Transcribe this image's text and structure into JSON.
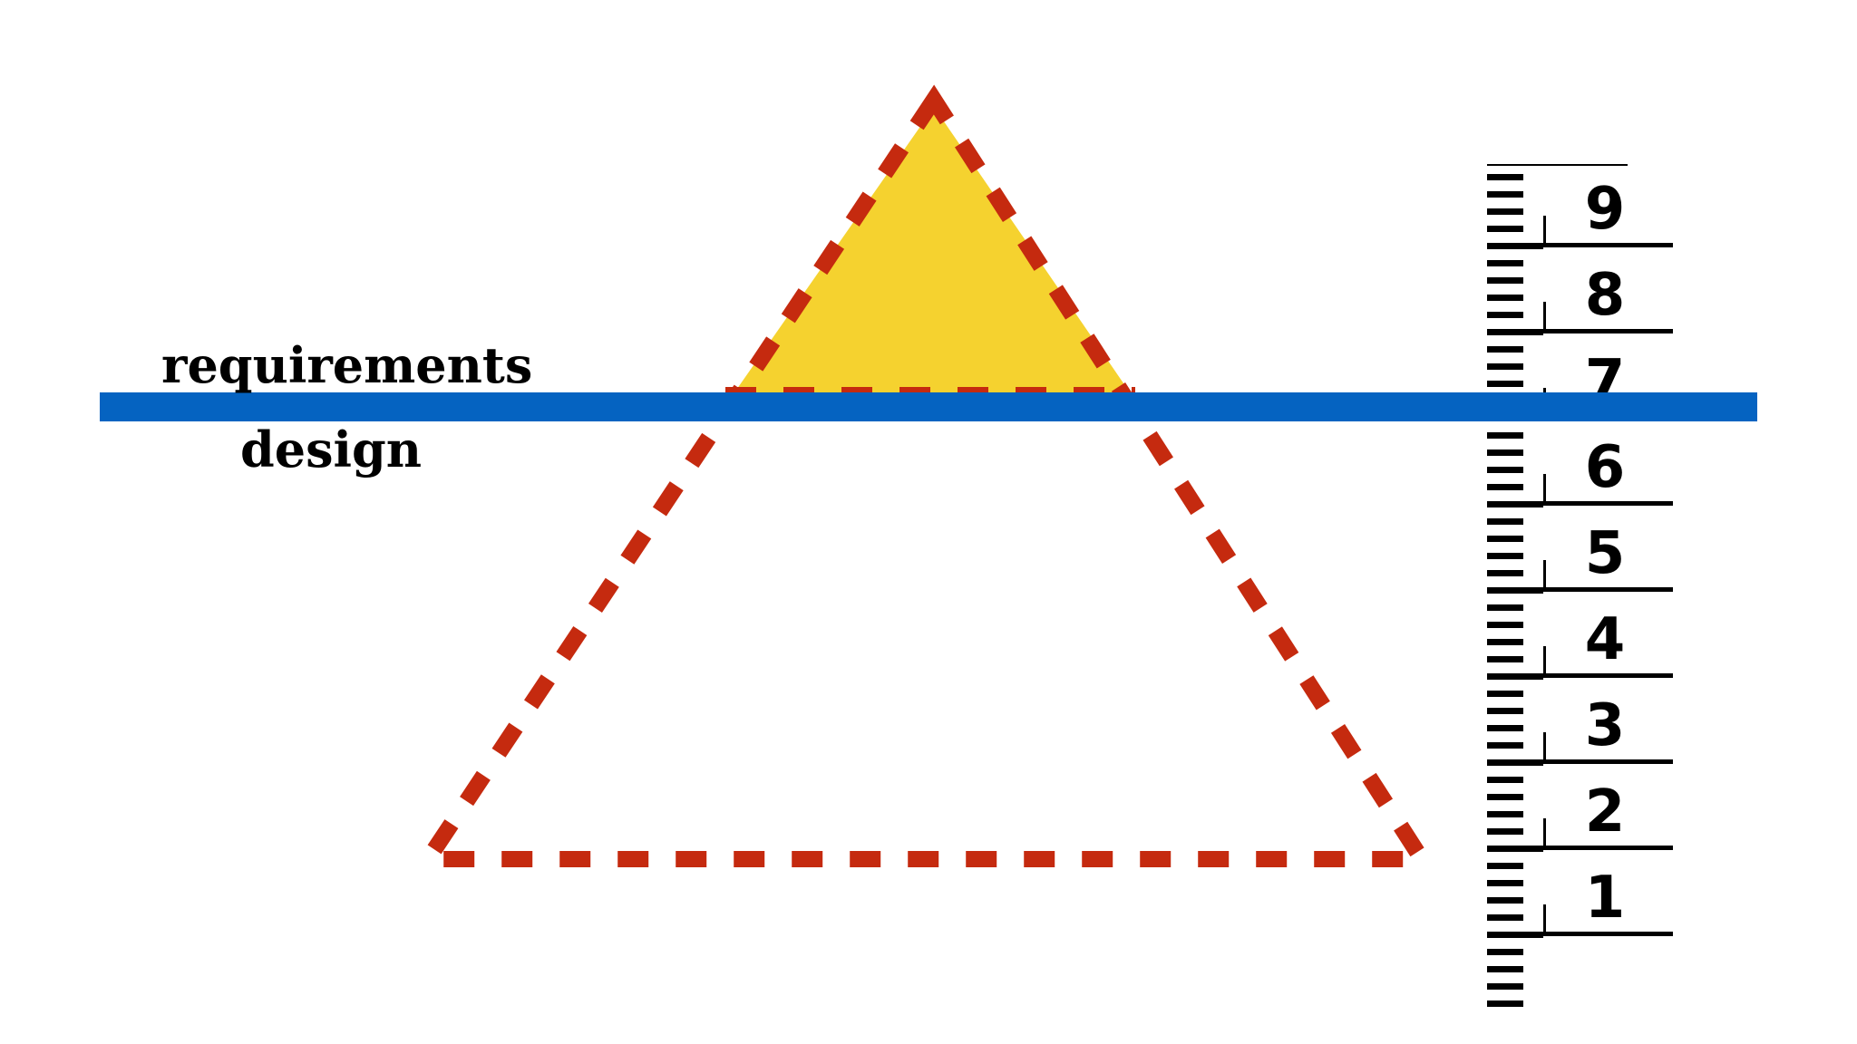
{
  "labels": {
    "above": "requirements",
    "below": "design"
  },
  "ruler": {
    "numbers": [
      "9",
      "8",
      "7",
      "6",
      "5",
      "4",
      "3",
      "2",
      "1"
    ]
  },
  "colors": {
    "divider": "#0563c1",
    "triangle_outline": "#c52a0f",
    "triangle_fill": "#f5d22f"
  }
}
